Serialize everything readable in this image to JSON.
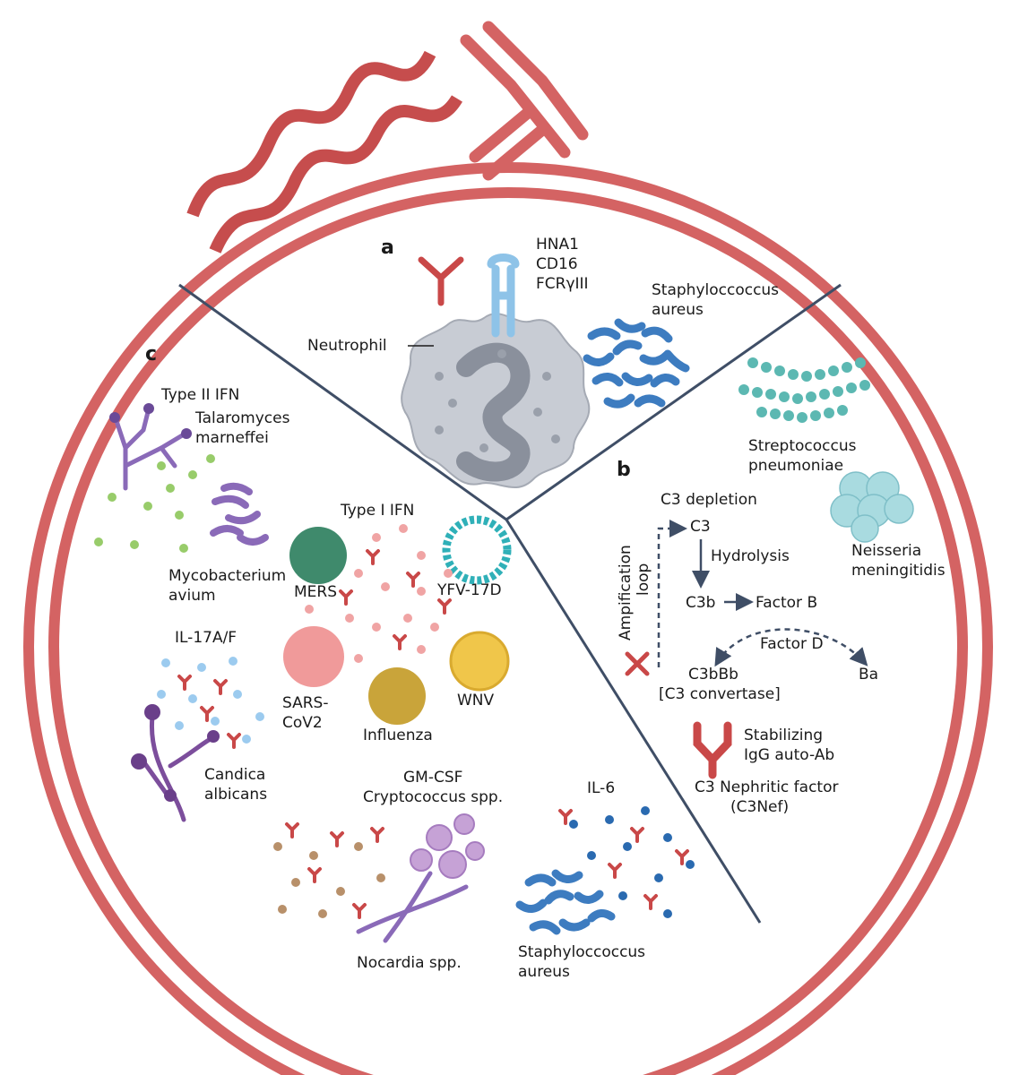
{
  "panels": {
    "a": {
      "letter": "a",
      "receptor": [
        "HNA1",
        "CD16",
        "FCRγIII"
      ],
      "cell": "Neutrophil",
      "bacterium": [
        "Staphyloccoccus",
        "aureus"
      ]
    },
    "b": {
      "letter": "b",
      "strep": [
        "Streptococcus",
        "pneumoniae"
      ],
      "neisseria": [
        "Neisseria",
        "meningitidis"
      ],
      "c3_depletion": "C3 depletion",
      "c3": "C3",
      "hydrolysis": "Hydrolysis",
      "c3b": "C3b",
      "factor_b": "Factor B",
      "factor_d": "Factor D",
      "c3bbb": "C3bBb",
      "convertase": "[C3 convertase]",
      "ba": "Ba",
      "amplification": [
        "Ampification",
        "loop"
      ],
      "stabilizing": [
        "Stabilizing",
        "IgG auto-Ab"
      ],
      "nephritic": [
        "C3 Nephritic factor",
        "(C3Nef)"
      ]
    },
    "c": {
      "letter": "c",
      "type2": "Type II IFN",
      "talaromyces": [
        "Talaromyces",
        "marneffei"
      ],
      "mycobacterium": [
        "Mycobacterium",
        "avium"
      ],
      "type1": "Type I IFN",
      "mers": "MERS",
      "yfv": "YFV-17D",
      "sars": [
        "SARS-",
        "CoV2"
      ],
      "influenza": "Influenza",
      "wnv": "WNV",
      "il17": "IL-17A/F",
      "candida": [
        "Candica",
        "albicans"
      ],
      "gmcsf": [
        "GM-CSF",
        "Cryptococcus spp."
      ],
      "nocardia": "Nocardia spp.",
      "il6": "IL-6",
      "staph": [
        "Staphyloccoccus",
        "aureus"
      ]
    }
  },
  "colors": {
    "ring": "#d46363",
    "ring_dark": "#b84a4a",
    "divider": "#3f4e66",
    "antibody": "#c94848",
    "neutrophil": "#c8ccd4",
    "staph": "#3d7cc0",
    "strep": "#5cb8b2",
    "neisseria": "#a9dbe0",
    "talaromyces": "#8a6ab8",
    "green_dot": "#98cc6a",
    "mers": "#3f8a6c",
    "yfv": "#2fb0b8",
    "sars": "#f09a9a",
    "influenza": "#c9a43a",
    "wnv": "#f0c64a",
    "pink_dot": "#f0a4a4",
    "blue_dot": "#9ccbef",
    "candida": "#7c4e9c",
    "brown_dot": "#b8906a",
    "crypto": "#c6a2d6",
    "navy_dot": "#2a6ab0"
  }
}
